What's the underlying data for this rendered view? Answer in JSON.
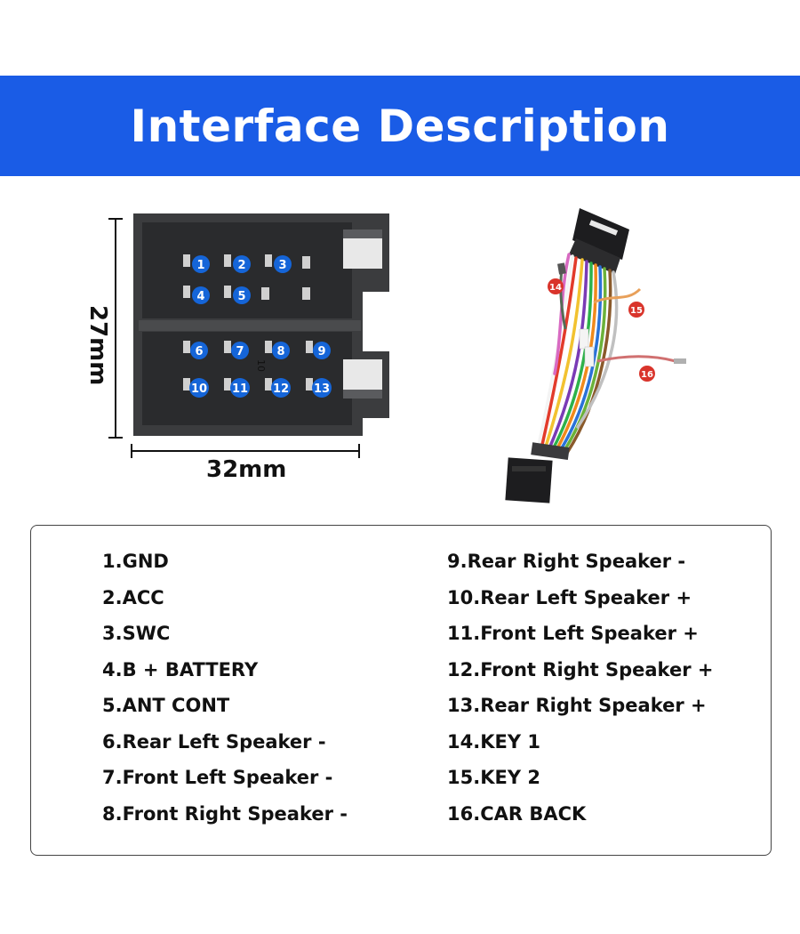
{
  "header": {
    "title": "Interface Description"
  },
  "dimensions": {
    "width_label": "32mm",
    "height_label": "27mm"
  },
  "connector": {
    "pins": [
      "1",
      "2",
      "3",
      "4",
      "5",
      "6",
      "7",
      "8",
      "9",
      "10",
      "11",
      "12",
      "13"
    ],
    "molded_mark": "10"
  },
  "harness": {
    "wire_labels": [
      "14",
      "15",
      "16"
    ]
  },
  "pinout": {
    "left": [
      "1.GND",
      "2.ACC",
      "3.SWC",
      "4.B + BATTERY",
      "5.ANT CONT",
      "6.Rear Left Speaker -",
      "7.Front Left Speaker -",
      "8.Front Right Speaker -"
    ],
    "right": [
      "9.Rear Right Speaker -",
      "10.Rear Left Speaker +",
      "11.Front Left Speaker +",
      "12.Front Right Speaker +",
      "13.Rear Right Speaker +",
      "14.KEY 1",
      "15.KEY 2",
      "16.CAR BACK"
    ]
  },
  "colors": {
    "banner": "#1a5ce6",
    "pin_badge": "#1565d8",
    "wire_tag": "#d9342b"
  }
}
